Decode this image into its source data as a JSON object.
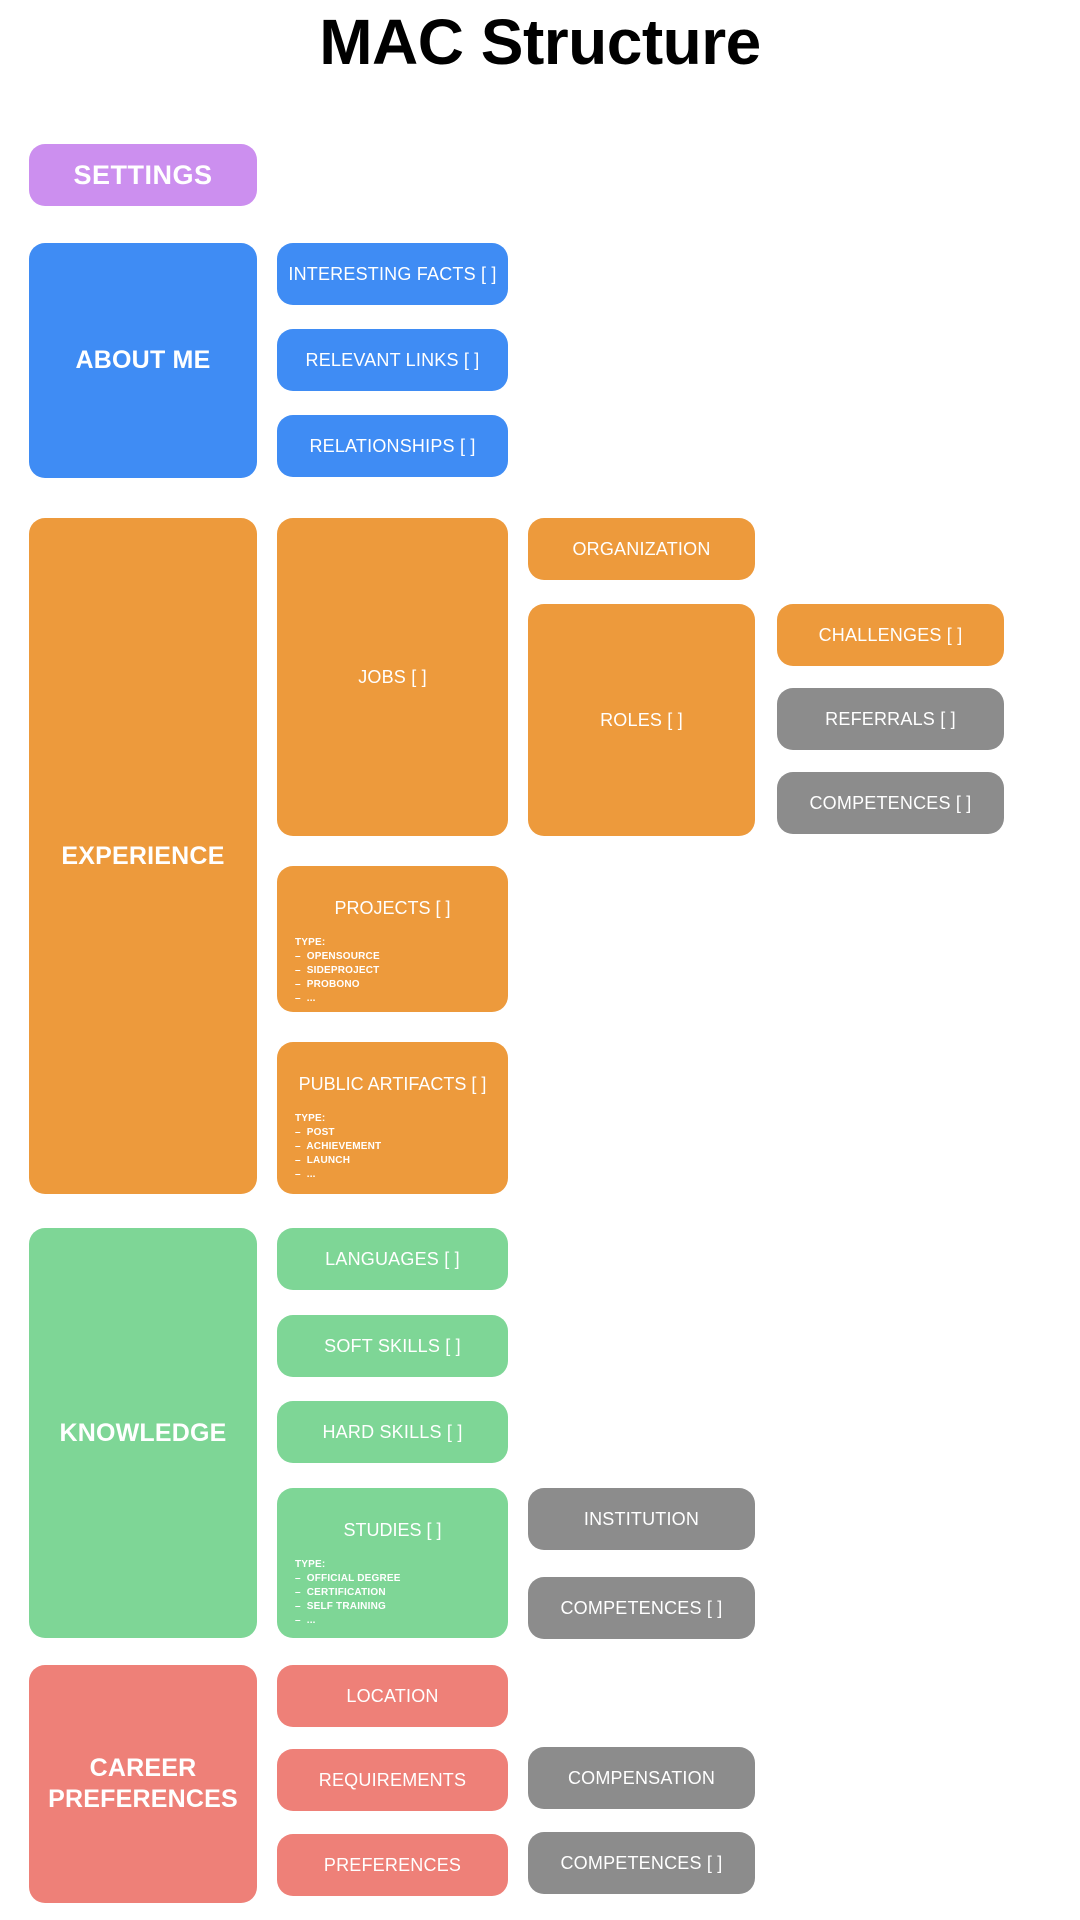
{
  "page": {
    "title": "MAC Structure"
  },
  "colors": {
    "purple": "#cc8fef",
    "blue": "#3f8cf4",
    "orange": "#ed9a3c",
    "green": "#7ed696",
    "salmon": "#ee8078",
    "gray": "#8c8c8c",
    "background": "#ffffff",
    "title_text": "#000000",
    "card_text": "#ffffff"
  },
  "sections": {
    "settings": {
      "label": "SETTINGS"
    },
    "about_me": {
      "label": "ABOUT ME",
      "children": [
        {
          "label": "INTERESTING FACTS [ ]"
        },
        {
          "label": "RELEVANT LINKS [ ]"
        },
        {
          "label": "RELATIONSHIPS [ ]"
        }
      ]
    },
    "experience": {
      "label": "EXPERIENCE",
      "jobs": {
        "label": "JOBS [ ]"
      },
      "organization": {
        "label": "ORGANIZATION"
      },
      "roles": {
        "label": "ROLES [ ]"
      },
      "challenges": {
        "label": "CHALLENGES [ ]"
      },
      "referrals": {
        "label": "REFERRALS [ ]"
      },
      "competences": {
        "label": "COMPETENCES [ ]"
      },
      "projects": {
        "label": "PROJECTS [ ]",
        "type_heading": "TYPE:",
        "type_items": [
          "–  OPENSOURCE",
          "–  SIDEPROJECT",
          "–  PROBONO",
          "–  ..."
        ]
      },
      "public_artifacts": {
        "label": "PUBLIC ARTIFACTS [ ]",
        "type_heading": "TYPE:",
        "type_items": [
          "–  POST",
          "–  ACHIEVEMENT",
          "–  LAUNCH",
          "–  ..."
        ]
      }
    },
    "knowledge": {
      "label": "KNOWLEDGE",
      "languages": {
        "label": "LANGUAGES [ ]"
      },
      "soft_skills": {
        "label": "SOFT SKILLS [ ]"
      },
      "hard_skills": {
        "label": "HARD SKILLS [ ]"
      },
      "studies": {
        "label": "STUDIES [ ]",
        "type_heading": "TYPE:",
        "type_items": [
          "–  OFFICIAL DEGREE",
          "–  CERTIFICATION",
          "–  SELF TRAINING",
          "–  ..."
        ]
      },
      "institution": {
        "label": "INSTITUTION"
      },
      "competences": {
        "label": "COMPETENCES [ ]"
      }
    },
    "career_preferences": {
      "label": "CAREER\nPREFERENCES",
      "location": {
        "label": "LOCATION"
      },
      "requirements": {
        "label": "REQUIREMENTS"
      },
      "preferences": {
        "label": "PREFERENCES"
      },
      "compensation": {
        "label": "COMPENSATION"
      },
      "competences": {
        "label": "COMPETENCES [ ]"
      }
    }
  }
}
